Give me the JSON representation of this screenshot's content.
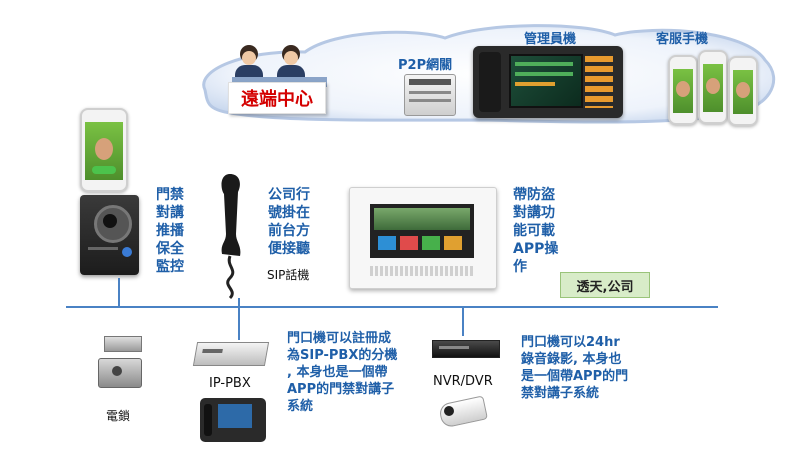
{
  "cloud": {
    "remote_center": "遠端中心",
    "p2p": "P2P網關",
    "admin": "管理員機",
    "cs_phone": "客服手機"
  },
  "left_block": {
    "door_label": "門禁\n對講\n推播\n保全\n監控"
  },
  "sip_block": {
    "desc": "公司行\n號掛在\n前台方\n便接聽",
    "label": "SIP話機"
  },
  "monitor_block": {
    "desc": "帶防盜\n對講功\n能可載\nAPP操\n作",
    "company_box": "透天,公司"
  },
  "bottom": {
    "lock_label": "電鎖",
    "pbx_label": "IP-PBX",
    "pbx_desc": "門口機可以註冊成\n為SIP-PBX的分機\n, 本身也是一個帶\nAPP的門禁對講子\n系統",
    "nvr_label": "NVR/DVR",
    "nvr_desc": "門口機可以24hr\n錄音錄影, 本身也\n是一個帶APP的門\n禁對講子系統"
  },
  "colors": {
    "accent_blue": "#1f5fa8",
    "line_blue": "#4a82c4",
    "remote_red": "#d40000",
    "box_green": "#d8ecc8"
  }
}
